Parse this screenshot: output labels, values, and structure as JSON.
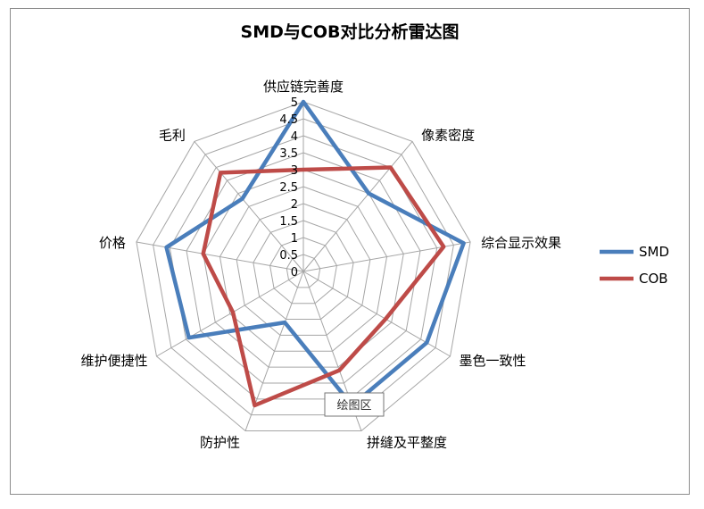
{
  "chart_data": {
    "type": "radar",
    "title": "SMD与COB对比分析雷达图",
    "categories": [
      "供应链完善度",
      "像素密度",
      "综合显示效果",
      "墨色一致性",
      "拼缝及平整度",
      "防护性",
      "维护便捷性",
      "价格",
      "毛利"
    ],
    "ticks": [
      "0",
      "0.5",
      "1",
      "1.5",
      "2",
      "2.5",
      "3",
      "3.5",
      "4",
      "4.5",
      "5"
    ],
    "rlim": [
      0,
      5
    ],
    "series": [
      {
        "name": "SMD",
        "color": "#4a7ebb",
        "values": [
          5,
          3,
          4.8,
          4.2,
          4.2,
          1.6,
          3.9,
          4.1,
          2.8
        ]
      },
      {
        "name": "COB",
        "color": "#be4b48",
        "values": [
          3,
          4,
          4.2,
          2.8,
          3.1,
          4.2,
          2.4,
          3,
          3.8
        ]
      }
    ],
    "legend_position": "right",
    "tooltip": "绘图区"
  }
}
